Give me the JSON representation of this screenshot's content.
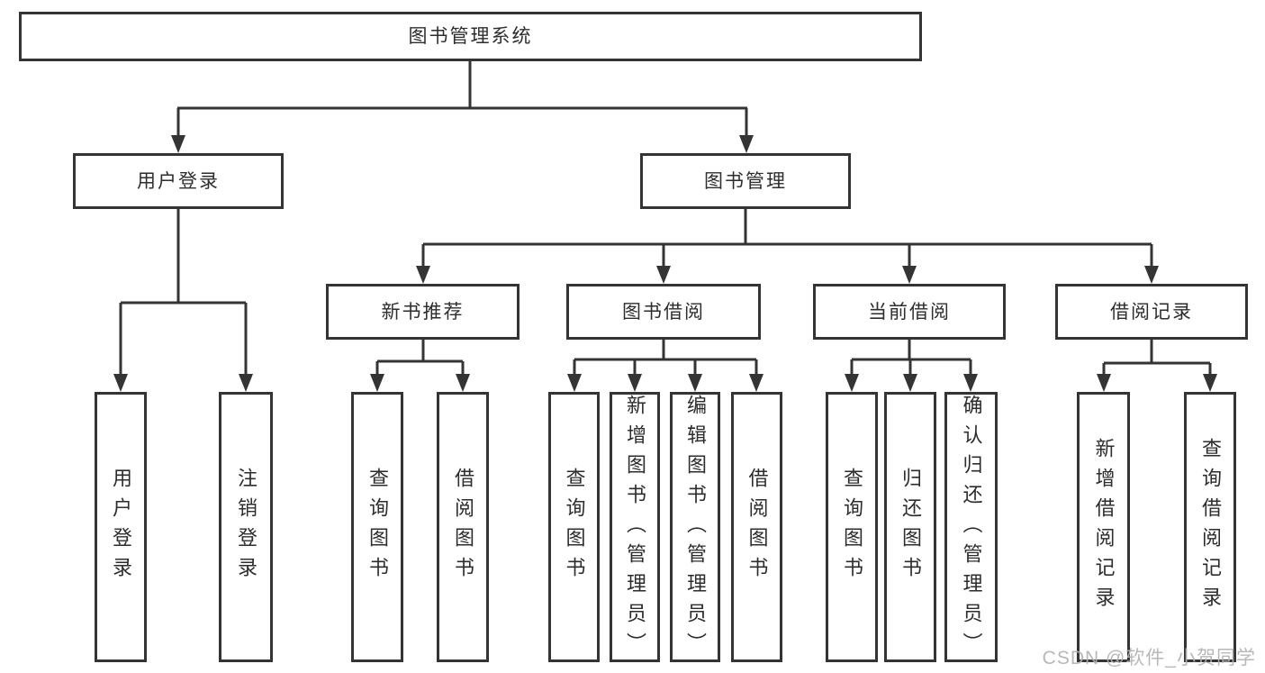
{
  "diagram": {
    "title": "图书管理系统",
    "branches": {
      "user_login": {
        "label": "用户登录",
        "children": [
          "用户登录",
          "注销登录"
        ]
      },
      "book_mgmt": {
        "label": "图书管理",
        "children": {
          "new_book_recommend": {
            "label": "新书推荐",
            "children": [
              "查询图书",
              "借阅图书"
            ]
          },
          "book_borrow": {
            "label": "图书借阅",
            "children": [
              "查询图书",
              "新增图书（管理员）",
              "编辑图书（管理员）",
              "借阅图书"
            ]
          },
          "current_borrow": {
            "label": "当前借阅",
            "children": [
              "查询图书",
              "归还图书",
              "确认归还（管理员）"
            ]
          },
          "borrow_records": {
            "label": "借阅记录",
            "children": [
              "新增借阅记录",
              "查询借阅记录"
            ]
          }
        }
      }
    }
  },
  "watermark": "CSDN @软件_小贺同学",
  "colors": {
    "line": "#343434",
    "text": "#2d2d2d",
    "watermark": "#b2b2b2"
  }
}
